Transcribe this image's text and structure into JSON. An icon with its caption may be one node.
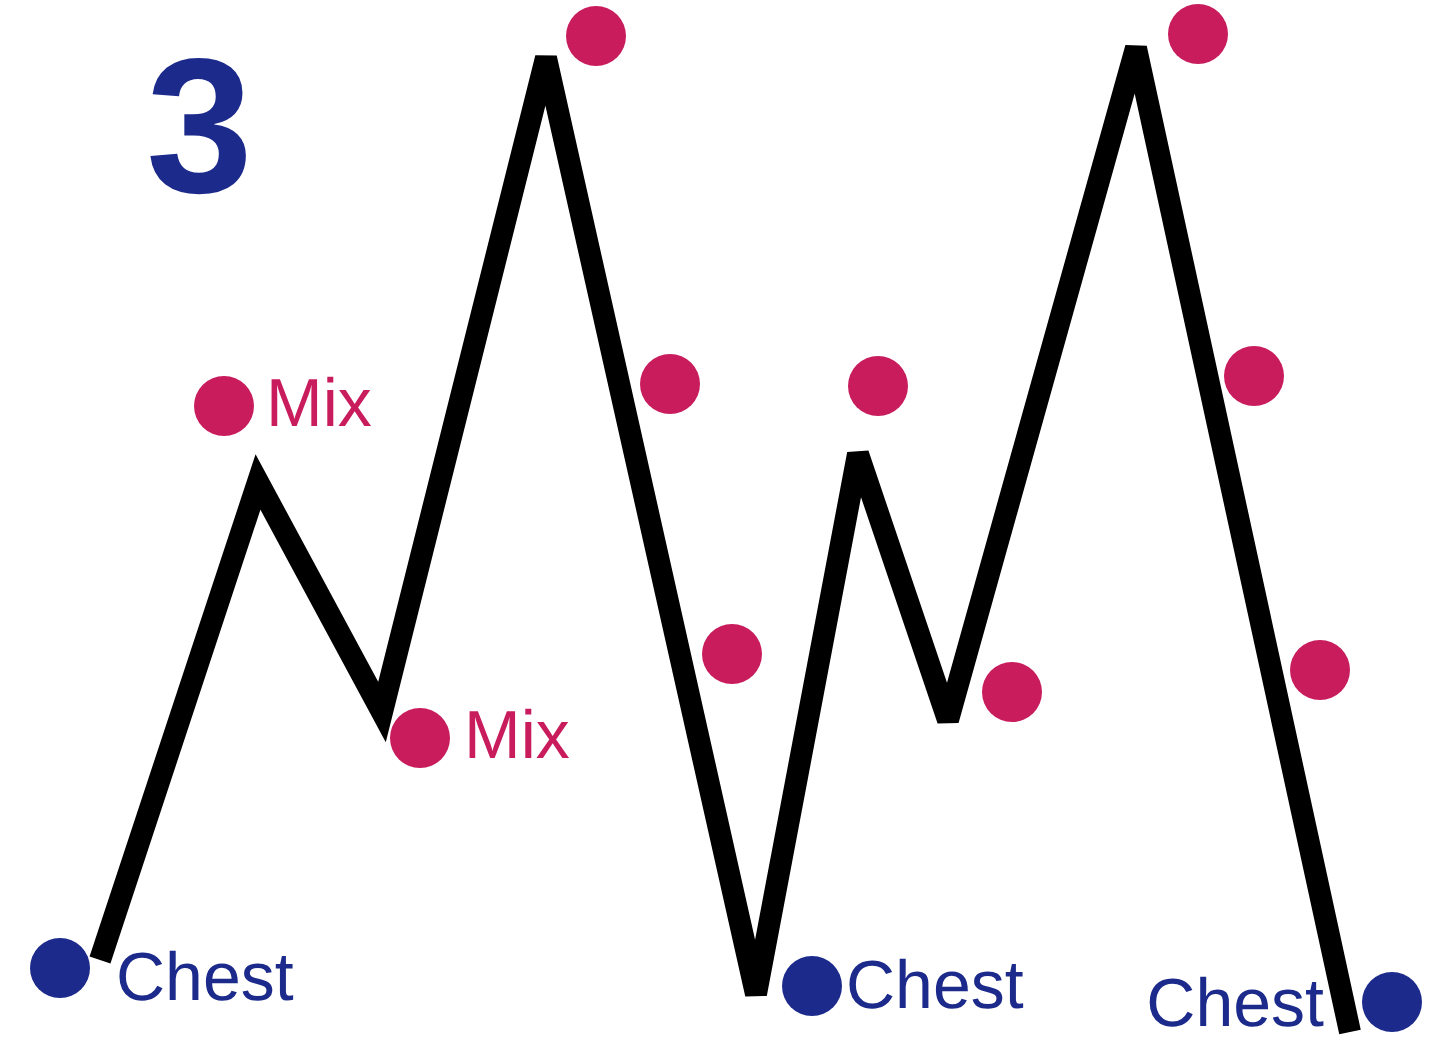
{
  "diagram": {
    "title": "3",
    "nodes": [
      {
        "text": [],
        "shape": "circle",
        "beside": [
          "Chest"
        ]
      },
      {
        "text": [],
        "shape": "circle",
        "beside": [
          "Mix"
        ]
      },
      {
        "text": [],
        "shape": "circle",
        "beside": [
          "Mix"
        ]
      },
      {
        "text": [],
        "shape": "circle"
      },
      {
        "text": [],
        "shape": "circle"
      },
      {
        "text": [],
        "shape": "circle"
      },
      {
        "text": [],
        "shape": "circle",
        "beside": [
          "Chest"
        ]
      },
      {
        "text": [],
        "shape": "circle"
      },
      {
        "text": [],
        "shape": "circle"
      },
      {
        "text": [],
        "shape": "circle"
      },
      {
        "text": [],
        "shape": "circle"
      },
      {
        "text": [],
        "shape": "circle"
      },
      {
        "text": [],
        "shape": "circle",
        "beside": [
          "Chest"
        ]
      }
    ]
  }
}
